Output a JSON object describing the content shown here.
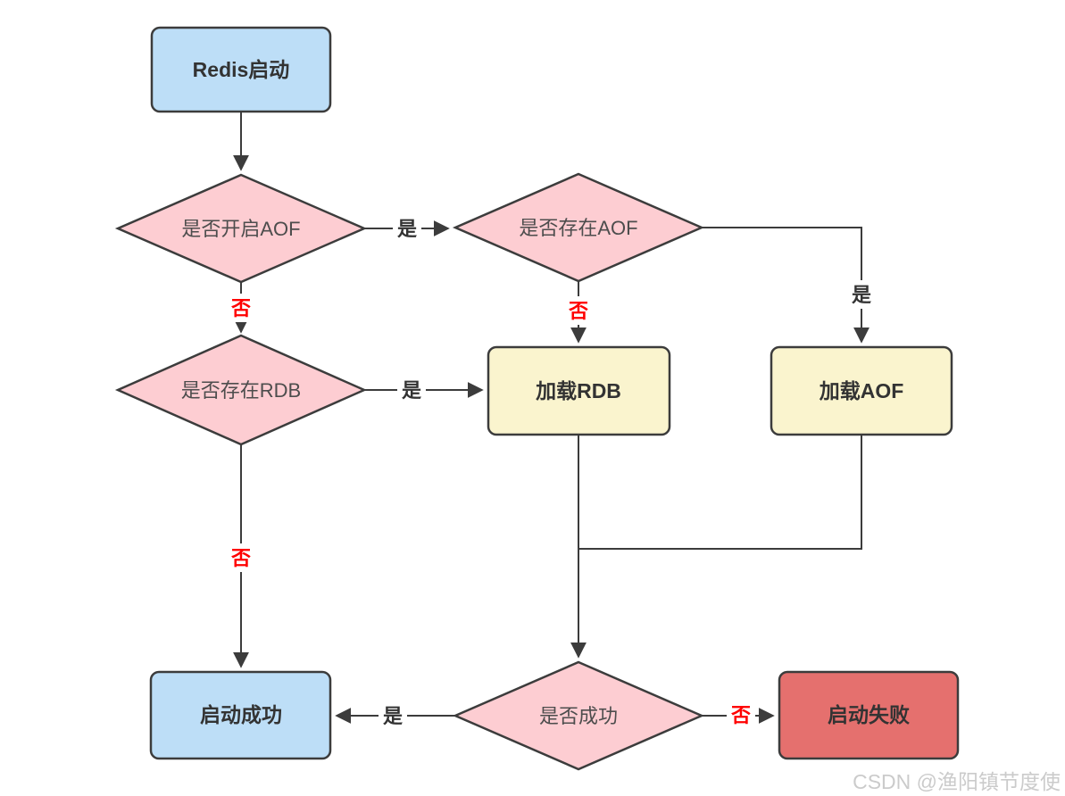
{
  "colors": {
    "node_blue": "#BDDEF7",
    "node_pink": "#FDCDD2",
    "node_yellow": "#FAF4CE",
    "node_red": "#E5706E",
    "border": "#3C3C3C",
    "edge": "#3C3C3C",
    "label_yes": "#333333",
    "label_no": "#FF0000",
    "watermark": "#CBCBCB"
  },
  "nodes": {
    "start": "Redis启动",
    "check_aof_enabled": "是否开启AOF",
    "check_aof_exists": "是否存在AOF",
    "check_rdb_exists": "是否存在RDB",
    "load_rdb": "加载RDB",
    "load_aof": "加载AOF",
    "check_success": "是否成功",
    "start_success": "启动成功",
    "start_failure": "启动失败"
  },
  "edge_labels": {
    "yes": "是",
    "no": "否"
  },
  "watermark": "CSDN @渔阳镇节度使"
}
